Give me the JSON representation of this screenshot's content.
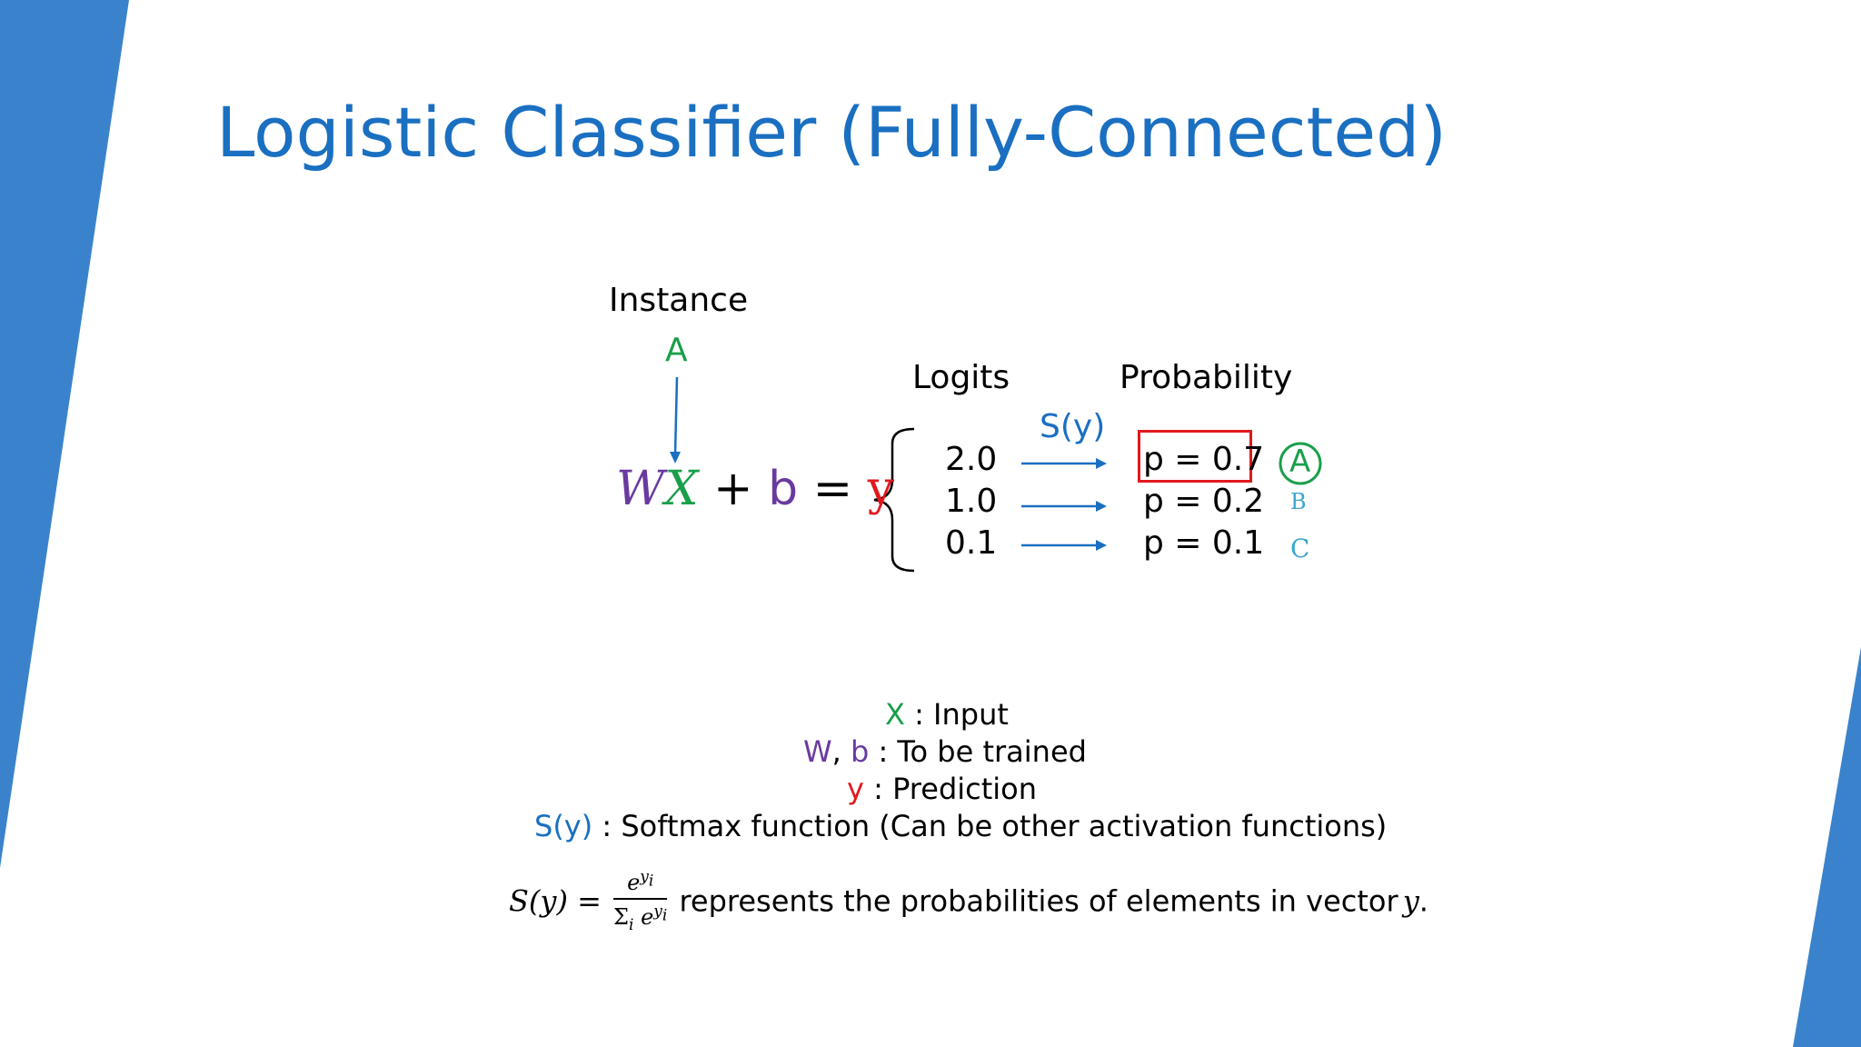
{
  "colors": {
    "accent_blue": "#1a6fc1",
    "input_green": "#1a9f4b",
    "param_purple": "#6a3aa0",
    "prediction_red": "#e0191e",
    "class_teal": "#3aa6d0",
    "stripe_blue": "#3a83cc"
  },
  "title": "Logistic Classifier (Fully-Connected)",
  "instance": {
    "label": "Instance",
    "value": "A"
  },
  "equation": {
    "w": "W",
    "x": "X",
    "plus": "+",
    "b": "b",
    "equals": "=",
    "y": "y"
  },
  "headers": {
    "logits": "Logits",
    "probability": "Probability"
  },
  "softmax_label": "S(y)",
  "rows": [
    {
      "logit": "2.0",
      "probability": "p = 0.7",
      "class_label": "A"
    },
    {
      "logit": "1.0",
      "probability": "p = 0.2",
      "class_label": "B"
    },
    {
      "logit": "0.1",
      "probability": "p = 0.1",
      "class_label": "C"
    }
  ],
  "legend": {
    "x_symbol": "X",
    "x_desc": ": Input",
    "w_symbol": "W",
    "comma": ",",
    "b_symbol": "b",
    "wb_desc": ":  To be trained",
    "y_symbol": "y",
    "y_desc": ":  Prediction",
    "s_symbol": "S(y)",
    "s_desc": ": Softmax function (Can be other activation functions)"
  },
  "formula": {
    "lhs": "S(y) =",
    "numerator_base": "e",
    "numerator_exp": "y",
    "numerator_exp_sub": "i",
    "denominator_sum": "Σ",
    "denominator_sum_sub": "i",
    "denominator_base": "e",
    "denominator_exp": "y",
    "denominator_exp_sub": "i",
    "text": "represents the probabilities of elements in vector",
    "vector": "y",
    "period": "."
  }
}
